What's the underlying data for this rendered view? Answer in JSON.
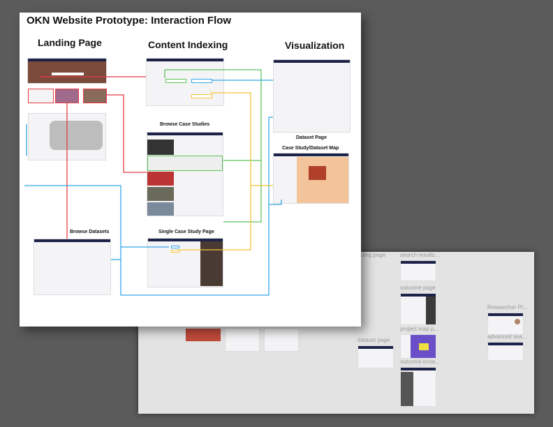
{
  "board": {
    "title": "OKN Website Prototype: Interaction Flow",
    "sections": {
      "landing": "Landing Page",
      "content_indexing": "Content Indexing",
      "visualization": "Visualization"
    },
    "pages": {
      "browse_case_studies": "Browse Case Studies",
      "dataset_page": "Dataset Page",
      "case_study_dataset_map": "Case Study/Dataset Map",
      "browse_datasets": "Browse Datasets",
      "single_case_study": "Single Case Study Page"
    },
    "arrow_colors": {
      "red": "#e63946",
      "green": "#5cc45c",
      "blue": "#35a7e8",
      "yellow": "#f5c232"
    }
  },
  "canvas": {
    "frames": [
      "ding page",
      "search results...",
      "outcome page",
      "project map p...",
      "outcome brow...",
      "dataset page",
      "Researcher Pr...",
      "advanced sea..."
    ]
  }
}
